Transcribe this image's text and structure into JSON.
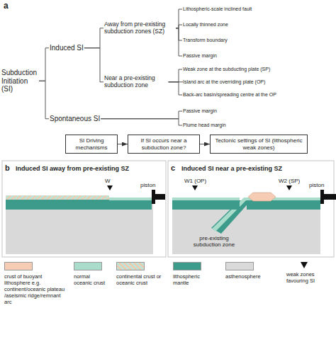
{
  "diagram": {
    "nodes": [
      {
        "text": [
          "Subduction Initiation (SI)"
        ]
      },
      {
        "text": [
          "Induced SI"
        ]
      },
      {
        "text": [
          "Away from pre-existing subduction zones (SZ)"
        ]
      },
      {
        "text": [
          "Lithospheric-scale inclined fault"
        ]
      },
      {
        "text": [
          "Locally thinned zone"
        ]
      },
      {
        "text": [
          "Transform boundary"
        ]
      },
      {
        "text": [
          "Passive margin"
        ]
      },
      {
        "text": [
          "Near a pre-existing subduction zone"
        ]
      },
      {
        "text": [
          "Weak zone at the subducting plate (SP)"
        ]
      },
      {
        "text": [
          "Island arc at the overriding plate (OP)"
        ]
      },
      {
        "text": [
          "Back-arc basin/spreading centre at the OP"
        ]
      },
      {
        "text": [
          "Spontaneous SI"
        ]
      },
      {
        "text": [
          "Passive margin"
        ]
      },
      {
        "text": [
          "Plume head margin"
        ]
      },
      {
        "text": [
          "SI Driving mechanisms"
        ]
      },
      {
        "text": [
          "If SI occurs near a subduction zone?"
        ]
      },
      {
        "text": [
          "Tectonic settings of SI (lithospheric weak zones)"
        ]
      }
    ],
    "edges": [
      {
        "from": 0,
        "to": 1,
        "arrow": "none"
      },
      {
        "from": 0,
        "to": 11,
        "arrow": "none"
      },
      {
        "from": 1,
        "to": 2,
        "arrow": "none"
      },
      {
        "from": 1,
        "to": 7,
        "arrow": "none"
      },
      {
        "from": 2,
        "to": 3,
        "arrow": "none"
      },
      {
        "from": 2,
        "to": 4,
        "arrow": "none"
      },
      {
        "from": 2,
        "to": 5,
        "arrow": "none"
      },
      {
        "from": 2,
        "to": 6,
        "arrow": "none"
      },
      {
        "from": 7,
        "to": 8,
        "arrow": "none"
      },
      {
        "from": 7,
        "to": 9,
        "arrow": "none"
      },
      {
        "from": 7,
        "to": 10,
        "arrow": "none"
      },
      {
        "from": 11,
        "to": 12,
        "arrow": "none"
      },
      {
        "from": 11,
        "to": 13,
        "arrow": "none"
      },
      {
        "from": 14,
        "to": 15,
        "arrow": "to"
      },
      {
        "from": 15,
        "to": 16,
        "arrow": "to"
      }
    ],
    "labels": [
      "a",
      "b",
      "Induced SI away from pre-existing SZ",
      "W",
      "piston",
      "c",
      "Induced SI near a pre-existing SZ",
      "W1 (OP)",
      "W2 (SP)",
      "pre-existing subduction zone",
      "piston"
    ],
    "legend": [
      {
        "text": "crust of buoyant lithosphere e.g. continent/oceanic plateau /aseismic ridge/remnant arc",
        "color": "#f6cdb4"
      },
      {
        "text": "normal oceanic crust",
        "color": "#a9dccb"
      },
      {
        "text": "continental crust or oceanic crust"
      },
      {
        "text": "lithospheric mantle",
        "color": "#3c9b8b"
      },
      {
        "text": "asthenosphere",
        "color": "#d9d9d9"
      },
      {
        "text": "weak zones favouring SI"
      }
    ]
  }
}
